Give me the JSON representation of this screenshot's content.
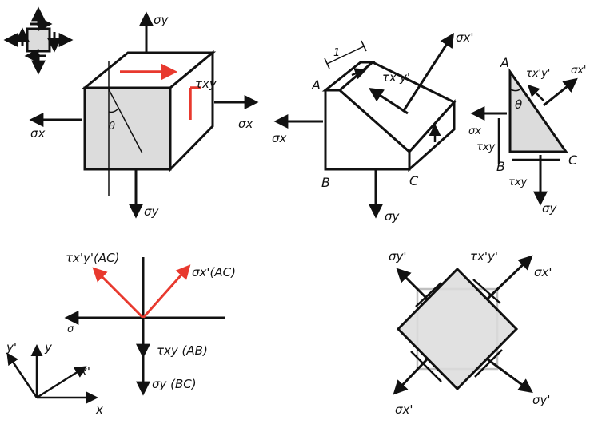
{
  "colors": {
    "ink": "#111111",
    "accent": "#e8392e",
    "fill": "#dcdcdc",
    "faint": "#c0c0c0"
  },
  "cube": {
    "sigma_y_top": "σy",
    "sigma_y_bottom": "σy",
    "sigma_x_left": "σx",
    "sigma_x_right": "σx",
    "tau_xy": "τxy",
    "theta": "θ"
  },
  "wedge": {
    "sigma_x_prime": "σx'",
    "tau_xpyp": "τx'y'",
    "sigma_x": "σx",
    "sigma_y": "σy",
    "dim_one": "1",
    "point_a": "A",
    "point_b": "B",
    "point_c": "C"
  },
  "triangle": {
    "point_a": "A",
    "point_b": "B",
    "point_c": "C",
    "tau_xpyp": "τx'y'",
    "sigma_x_prime": "σx'",
    "theta": "θ",
    "sigma_x": "σx",
    "tau_xy_left": "τxy",
    "tau_xy_bottom": "τxy",
    "sigma_y": "σy"
  },
  "vectors": {
    "tau_ac": "τx'y'(AC)",
    "sigma_ac": "σx'(AC)",
    "sigma_left": "σ",
    "tau_ab": "τxy (AB)",
    "sigma_bc": "σy (BC)"
  },
  "axes": {
    "y_prime": "y'",
    "y": "y",
    "x_prime": "x'",
    "x": "x"
  },
  "rotated": {
    "sigma_y_prime_top": "σy'",
    "tau_xpyp": "τx'y'",
    "sigma_x_prime_top": "σx'",
    "sigma_x_prime_bottom": "σx'",
    "sigma_y_prime_bottom": "σy'"
  }
}
